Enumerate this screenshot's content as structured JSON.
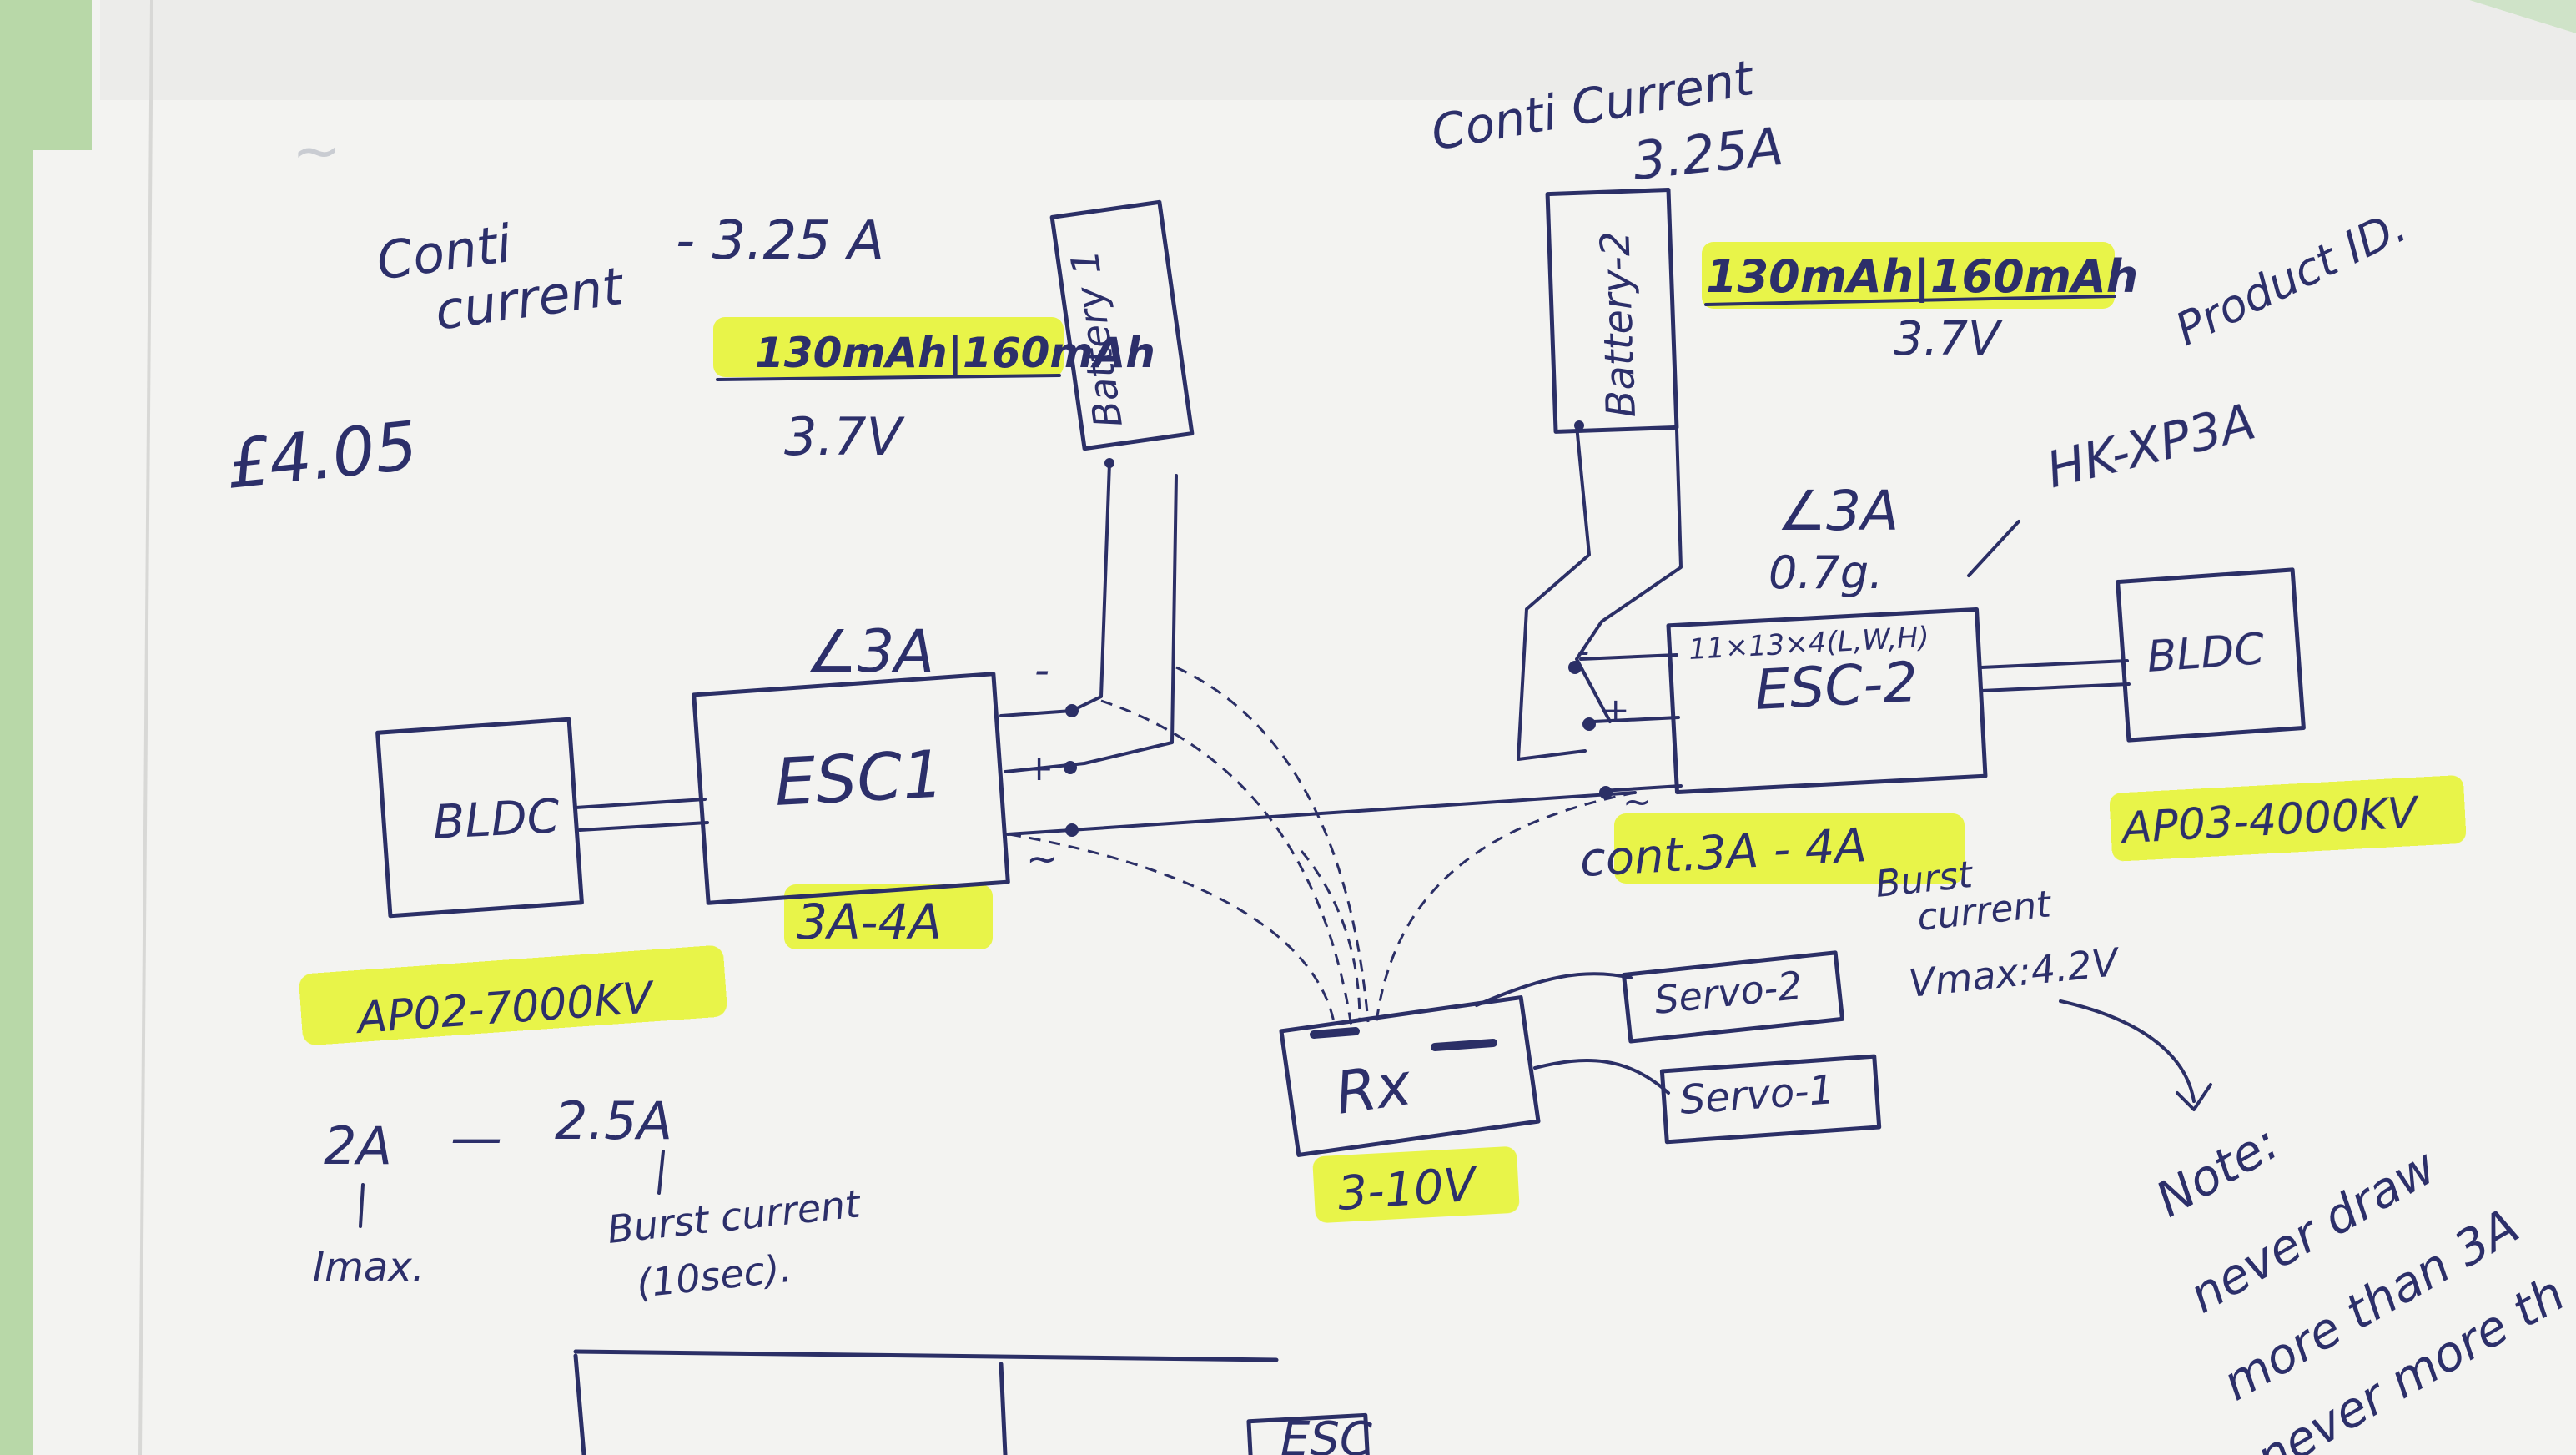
{
  "colors": {
    "ink": "#2b2f66",
    "highlighter": "#e7f53a",
    "paper": "#f3f3f1",
    "backdrop": "#cfe3c8"
  },
  "left": {
    "cont_current_line1": "Conti",
    "cont_current_line2": "current",
    "cont_current_value": "- 3.25 A",
    "price": "£4.05",
    "battery_label": "Battery 1",
    "battery_capacity": "130mAh|160mAh",
    "battery_voltage": "3.7V",
    "esc_label": "ESC1",
    "esc_rating": "∠3A",
    "esc_current": "3A-4A",
    "motor_label": "BLDC",
    "motor_model": "AP02-7000KV",
    "imax_value": "2A",
    "imax_label": "Imax.",
    "burst_value": "2.5A",
    "burst_label_line1": "Burst current",
    "burst_label_line2": "(10sec).",
    "pin_minus": "-",
    "pin_plus": "+",
    "pin_signal": "~"
  },
  "right": {
    "cont_current_line1": "Conti Current",
    "cont_current_value": "3.25A",
    "battery_label": "Battery-2",
    "battery_capacity": "130mAh|160mAh",
    "battery_voltage": "3.7V",
    "product_id": "Product ID.",
    "model": "HK-XP3A",
    "esc_rating": "∠3A",
    "esc_weight": "0.7g.",
    "esc_dims": "11×13×4(L,W,H)",
    "esc_label": "ESC-2",
    "motor_label": "BLDC",
    "motor_model": "AP03-4000KV",
    "cont_range": "cont.3A - 4A",
    "burst_line1": "Burst",
    "burst_line2": "current",
    "vmax_label": "Vmax:4.2V",
    "pin_minus": "-",
    "pin_plus": "+",
    "pin_signal": "~"
  },
  "receiver": {
    "label": "Rx",
    "voltage": "3-10V",
    "servo1": "Servo-1",
    "servo2": "Servo-2"
  },
  "note": {
    "title": "Note:",
    "line1": "never draw",
    "line2": "more than 3A",
    "line3": "never more th"
  },
  "bottom": {
    "esc_partial": "ESC"
  }
}
